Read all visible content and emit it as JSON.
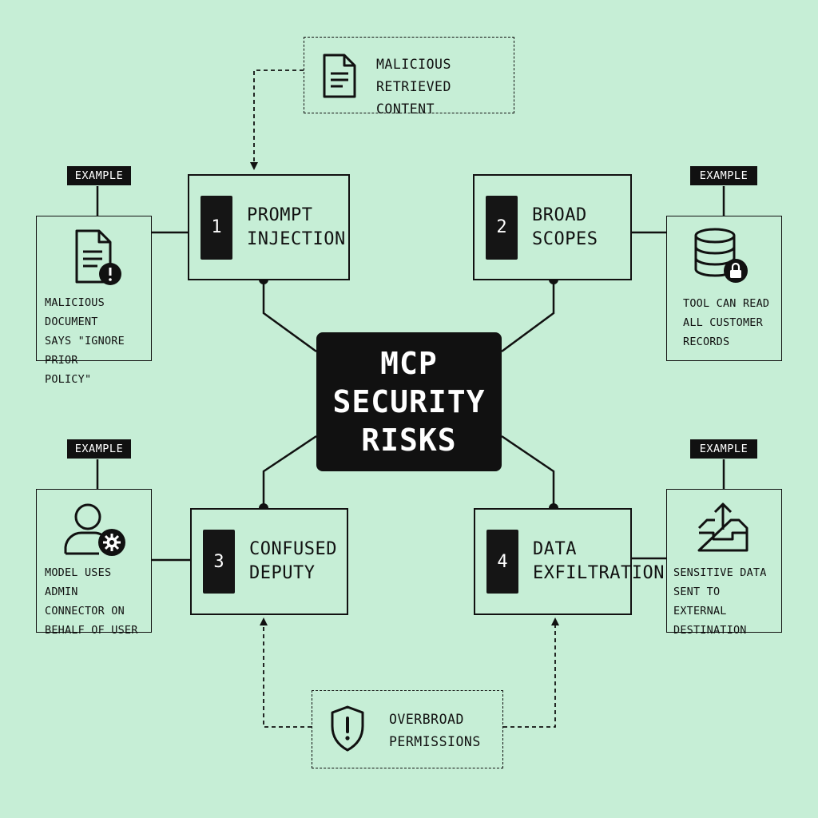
{
  "diagram": {
    "title_lines": [
      "MCP",
      "SECURITY",
      "RISKS"
    ],
    "risks": [
      {
        "number": "1",
        "label": "PROMPT\nINJECTION"
      },
      {
        "number": "2",
        "label": "BROAD\nSCOPES"
      },
      {
        "number": "3",
        "label": "CONFUSED\nDEPUTY"
      },
      {
        "number": "4",
        "label": "DATA\nEXFILTRATION"
      }
    ],
    "example_tag": "EXAMPLE",
    "examples": [
      {
        "icon": "document-warning-icon",
        "text": "MALICIOUS DOCUMENT\nSAYS \"IGNORE PRIOR\nPOLICY\""
      },
      {
        "icon": "database-lock-icon",
        "text": "TOOL CAN READ\nALL CUSTOMER\nRECORDS"
      },
      {
        "icon": "user-gear-icon",
        "text": "MODEL USES ADMIN\nCONNECTOR ON\nBEHALF OF USER"
      },
      {
        "icon": "upload-tray-icon",
        "text": "SENSITIVE DATA\nSENT TO EXTERNAL\nDESTINATION"
      }
    ],
    "sources": [
      {
        "icon": "document-icon",
        "text": "MALICIOUS\nRETRIEVED CONTENT"
      },
      {
        "icon": "shield-alert-icon",
        "text": "OVERBROAD\nPERMISSIONS"
      }
    ],
    "colors": {
      "background": "#c6eed6",
      "ink": "#111111",
      "box_fill": "#151515",
      "box_text": "#ffffff"
    }
  }
}
